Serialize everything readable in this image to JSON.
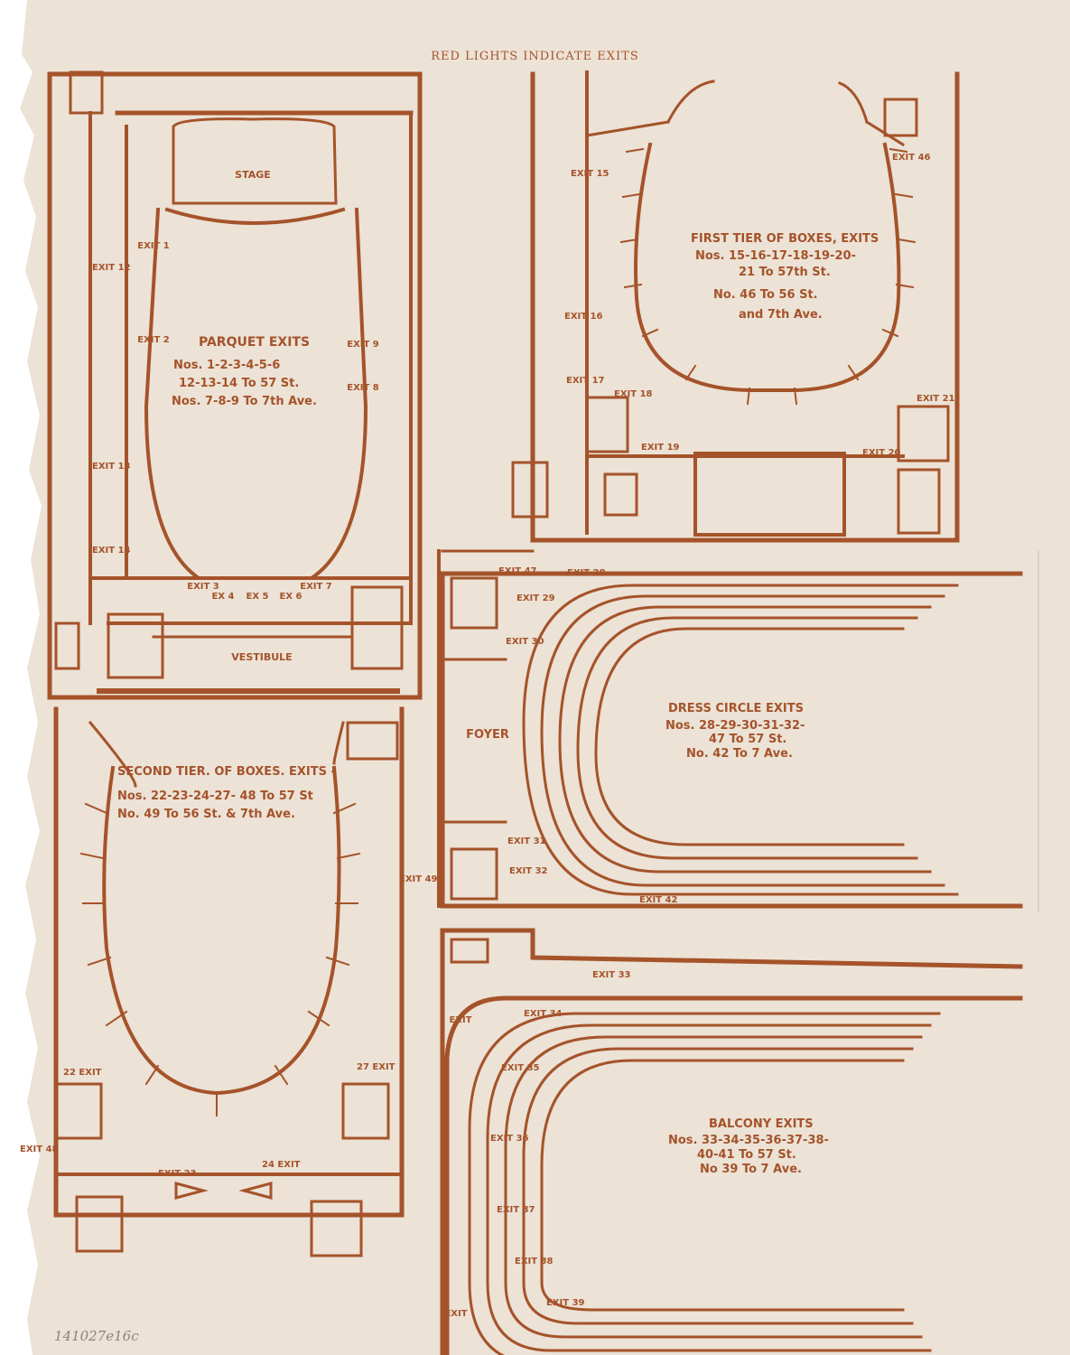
{
  "header": "RED LIGHTS INDICATE EXITS",
  "inventory_note": "141027e16c",
  "colors": {
    "ink": "#a5532a",
    "paper": "#ece2d6",
    "note": "#8d8478"
  },
  "parquet": {
    "title_lines": [
      "PARQUET EXITS",
      "Nos. 1-2-3-4-5-6",
      "12-13-14 To 57 St.",
      "Nos. 7-8-9 To 7th Ave."
    ],
    "rooms": {
      "stage": "STAGE",
      "vestibule": "VESTIBULE"
    },
    "exits": [
      "EXIT 1",
      "EXIT 2",
      "EXIT 3",
      "EX 4",
      "EX 5",
      "EX 6",
      "EXIT 7",
      "EXIT 8",
      "EXIT 9",
      "EXIT 12",
      "EXIT 13",
      "EXIT 14"
    ]
  },
  "first_tier": {
    "title_lines": [
      "FIRST TIER OF BOXES, EXITS",
      "Nos. 15-16-17-18-19-20-",
      "21 To 57th St.",
      "No. 46 To 56 St.",
      "and 7th Ave."
    ],
    "exits": [
      "EXIT 15",
      "EXIT 16",
      "EXIT 17",
      "EXIT 18",
      "EXIT 19",
      "EXIT 20",
      "EXIT 21",
      "EXIT 46"
    ]
  },
  "dress_circle": {
    "title_lines": [
      "DRESS CIRCLE EXITS",
      "Nos. 28-29-30-31-32-",
      "47 To 57 St.",
      "No. 42 To 7 Ave."
    ],
    "rooms": {
      "foyer": "FOYER"
    },
    "exits": [
      "EXIT 47",
      "EXIT 28",
      "EXIT 29",
      "EXIT 30",
      "EXIT 31",
      "EXIT 32",
      "EXIT 42"
    ]
  },
  "second_tier": {
    "title_lines": [
      "SECOND TIER. OF BOXES. EXITS -",
      "Nos. 22-23-24-27- 48 To 57 St",
      "No. 49 To 56 St. & 7th Ave."
    ],
    "exits": [
      "EXIT 49",
      "22 EXIT",
      "27 EXIT",
      "EXIT 48",
      "EXIT 23",
      "24 EXIT"
    ]
  },
  "balcony": {
    "title_lines": [
      "BALCONY EXITS",
      "Nos. 33-34-35-36-37-38-",
      "40-41 To 57 St.",
      "No 39 To 7 Ave."
    ],
    "exits": [
      "EXIT 33",
      "EXIT",
      "EXIT 34",
      "EXIT 35",
      "EXIT 36",
      "EXIT 37",
      "EXIT 38",
      "EXIT",
      "EXIT 39"
    ]
  }
}
